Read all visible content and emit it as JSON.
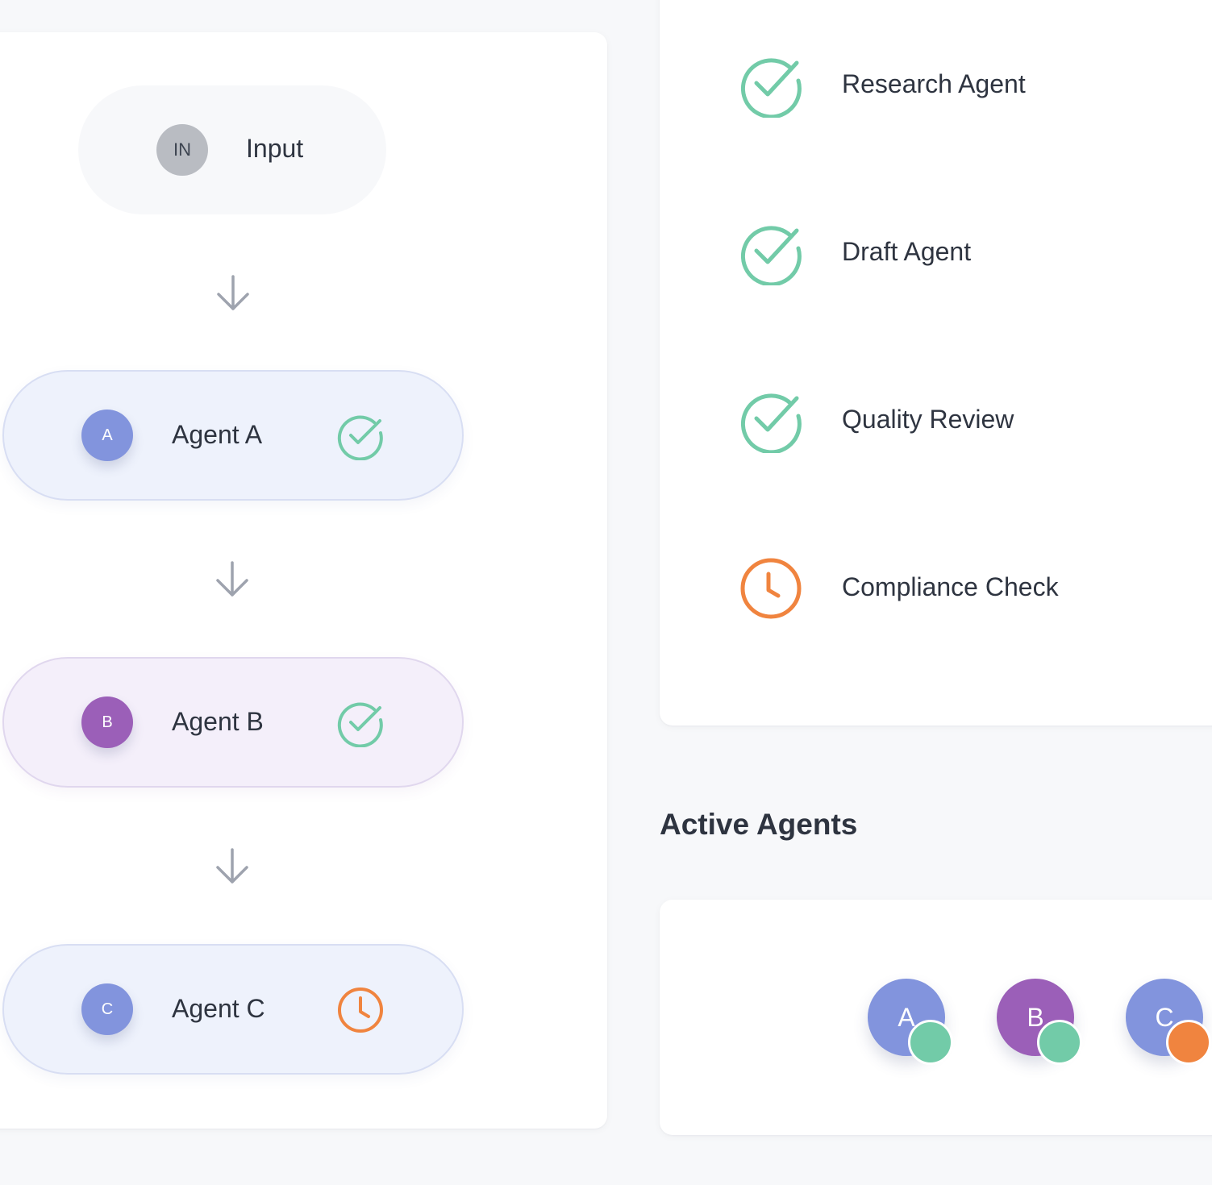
{
  "pipeline": {
    "input": {
      "badge": "IN",
      "label": "Input"
    },
    "agents": [
      {
        "initial": "A",
        "label": "Agent A",
        "status": "complete",
        "color": "#8294dd",
        "status_icon": "check-circle-icon"
      },
      {
        "initial": "B",
        "label": "Agent B",
        "status": "complete",
        "color": "#9b5fb8",
        "status_icon": "check-circle-icon"
      },
      {
        "initial": "C",
        "label": "Agent C",
        "status": "pending",
        "color": "#8294dd",
        "status_icon": "clock-icon"
      }
    ]
  },
  "status_list": [
    {
      "label": "Research Agent",
      "status": "complete",
      "icon": "check-circle-icon"
    },
    {
      "label": "Draft Agent",
      "status": "complete",
      "icon": "check-circle-icon"
    },
    {
      "label": "Quality Review",
      "status": "complete",
      "icon": "check-circle-icon"
    },
    {
      "label": "Compliance Check",
      "status": "pending",
      "icon": "clock-icon"
    }
  ],
  "active_agents": {
    "title": "Active Agents",
    "agents": [
      {
        "initial": "A",
        "color": "#8294dd",
        "status_color": "#72cba8"
      },
      {
        "initial": "B",
        "color": "#9b5fb8",
        "status_color": "#72cba8"
      },
      {
        "initial": "C",
        "color": "#8294dd",
        "status_color": "#f0843f"
      }
    ]
  },
  "colors": {
    "complete": "#72cba8",
    "pending": "#f0843f",
    "arrow": "#9ea3ae",
    "text": "#2e3440"
  }
}
